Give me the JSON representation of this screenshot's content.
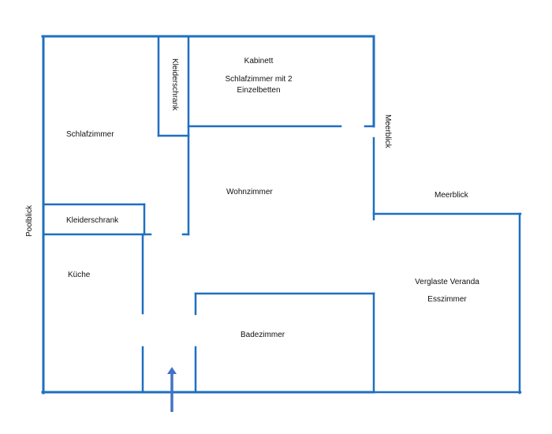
{
  "wall_color": "#1f6fc0",
  "arrow_color": "#4472c4",
  "labels": {
    "kabinett": "Kabinett",
    "kabinett_sub_1": "Schlafzimmer mit 2",
    "kabinett_sub_2": "Einzelbetten",
    "kleiderschrank_vertical": "Kleiderschrank",
    "schlafzimmer": "Schlafzimmer",
    "wohnzimmer": "Wohnzimmer",
    "meerblick_vertical": "Meerblick",
    "meerblick": "Meerblick",
    "kleiderschrank": "Kleiderschrank",
    "poolblick": "Poolblick",
    "kueche": "Küche",
    "veranda_1": "Verglaste Veranda",
    "veranda_2": "Esszimmer",
    "badezimmer": "Badezimmer"
  }
}
